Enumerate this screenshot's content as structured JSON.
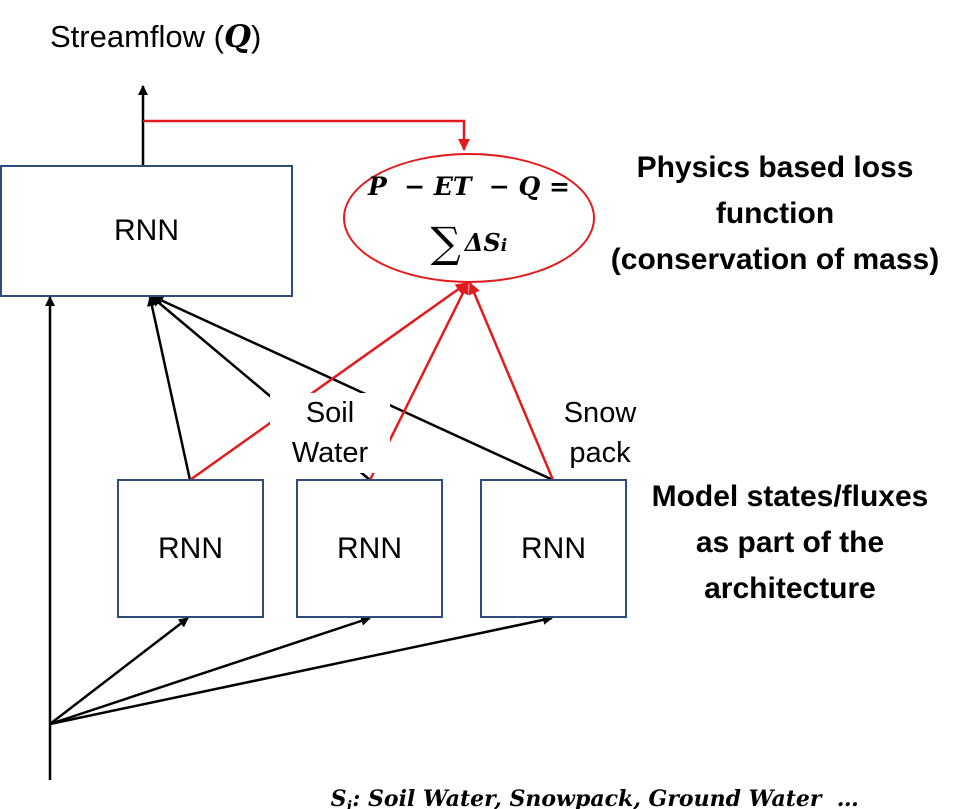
{
  "output_label": {
    "text": "Streamflow (",
    "symbol": "Q",
    "close": ")"
  },
  "boxes": {
    "top": "RNN",
    "soil": "RNN",
    "middle": "RNN",
    "snow": "RNN"
  },
  "state_labels": {
    "soil_line1": "Soil",
    "soil_line2": "Water",
    "snow_line1": "Snow",
    "snow_line2": "pack"
  },
  "equation": {
    "lhs": "P  − ET  − Q =",
    "sum_symbol": "∑",
    "rhs_term": "ΔS",
    "rhs_sub": "i"
  },
  "physics_label": [
    "Physics based loss",
    "function",
    "(conservation of mass)"
  ],
  "states_label": [
    "Model states/fluxes",
    "as part of the",
    "architecture"
  ],
  "footnote": {
    "s": "S",
    "sub": "i",
    "text": ": Soil Water, Snowpack, Ground Water  …"
  },
  "colors": {
    "box_border": "#2f4b7c",
    "physics_arrow": "#e31a1c",
    "data_arrow": "#000000"
  }
}
